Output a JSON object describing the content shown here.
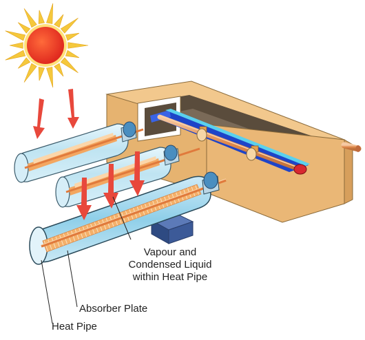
{
  "labels": {
    "vapour_line1": "Vapour and",
    "vapour_line2": "Condensed Liquid",
    "vapour_line3": "within Heat Pipe",
    "absorber": "Absorber Plate",
    "heat_pipe": "Heat Pipe"
  },
  "colors": {
    "sun_core": "#e8362a",
    "sun_rays": "#f5c83c",
    "arrow": "#e8483c",
    "tube_glass": "#bfe4f2",
    "absorber_plate": "#f2a056",
    "header_copper": "#e89a5a",
    "manifold_box": "#e9b775",
    "manifold_channel": "#1e44c8"
  }
}
